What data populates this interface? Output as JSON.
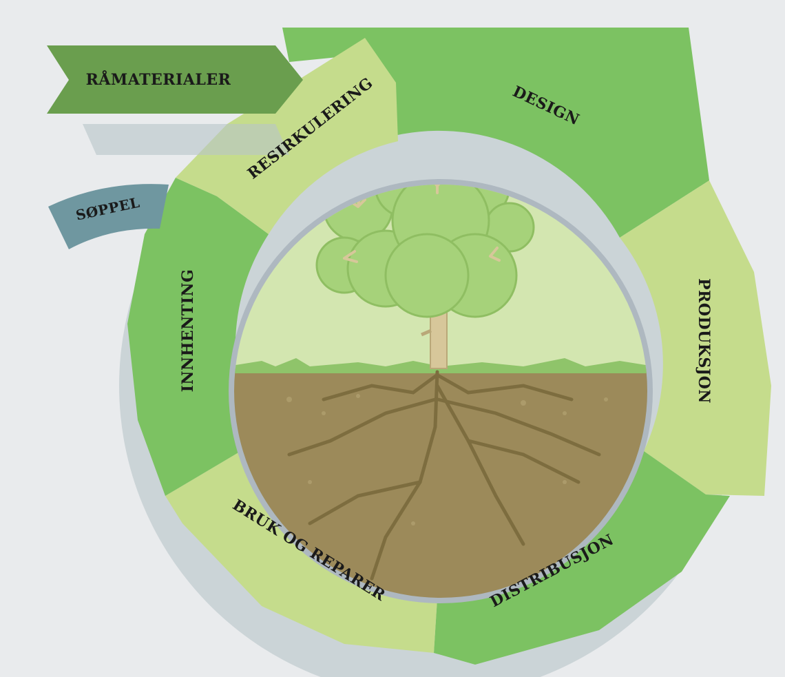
{
  "diagram": {
    "stages": {
      "design": "DESIGN",
      "produksjon": "PRODUKSJON",
      "distribusjon": "DISTRIBUSJON",
      "bruk": "BRUK OG REPARER",
      "innhenting": "INNHENTING",
      "resirkulering": "RESIRKULERING"
    },
    "inputs": {
      "ramaterialer": "RÅMATERIALER",
      "soppel": "SØPPEL"
    }
  },
  "colors": {
    "background": "#e9ebed",
    "dark_green": "#7cc262",
    "light_green": "#c5dc8c",
    "banner_green": "#6a9e4e",
    "soppel_teal": "#6f97a0",
    "soil": "#9c8a5a",
    "sky": "#d3e6b0",
    "tree_foliage": "#a6d27a",
    "trunk": "#d7c79a"
  },
  "icons": [
    "tree-illustration",
    "roots-illustration"
  ]
}
